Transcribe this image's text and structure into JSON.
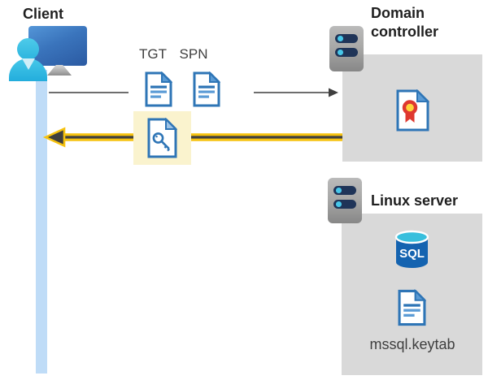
{
  "colors": {
    "accent-yellow": "#F6C20E",
    "arrow-dark": "#3F3F3F",
    "gray-line": "#595959",
    "panel-gray": "#D9D9D9",
    "highlight-yellow": "#FAF3CE",
    "doc-blue": "#2E75B6",
    "doc-blue-light": "#5B9BD5",
    "doc-fold-light": "#9DC3E6",
    "timeline-blue": "#BFDCF7",
    "sql-blue": "#1463B0",
    "sql-cyan": "#38BFDD",
    "cert-red": "#DF382F",
    "cert-yellow": "#FFD43B",
    "server-pill": "#1F3458",
    "server-dot": "#47C7E9",
    "text-dark": "#1F1F1F",
    "text-mid": "#3F3F3F"
  },
  "client": {
    "title": "Client"
  },
  "flow": {
    "tgt_label": "TGT",
    "spn_label": "SPN"
  },
  "domain_controller": {
    "title": "Domain controller"
  },
  "linux_server": {
    "title": "Linux server",
    "sql_badge": "SQL",
    "keytab_filename": "mssql.keytab"
  }
}
